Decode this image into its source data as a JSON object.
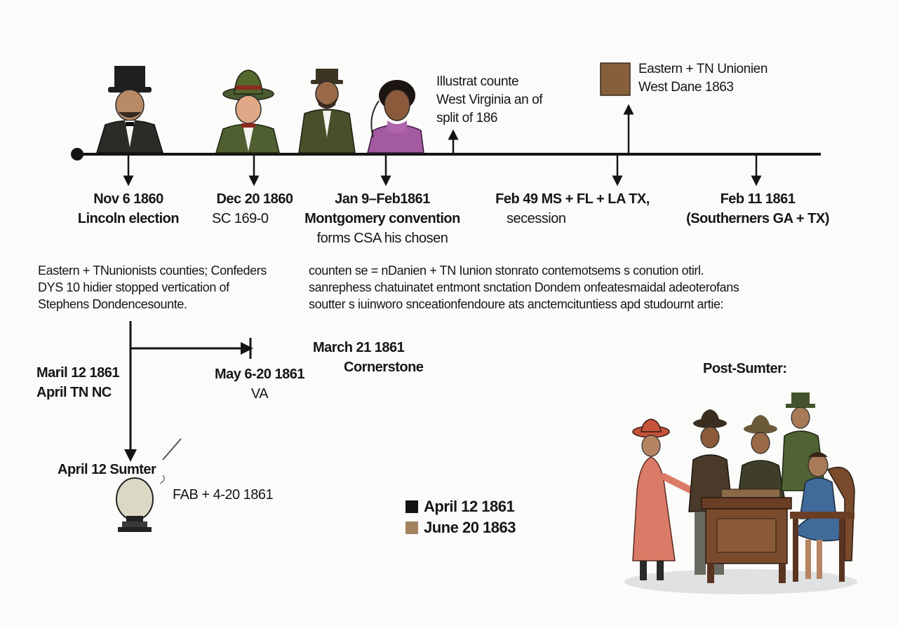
{
  "events": [
    {
      "date": "Nov 6 1860",
      "label": "Lincoln election"
    },
    {
      "date": "Dec 20 1860",
      "label": "SC 169-0"
    },
    {
      "date": "Jan 9–Feb1861",
      "label": "Montgomery convention",
      "label2": "forms CSA his chosen"
    },
    {
      "date": "Feb 49 MS + FL + LA TX,",
      "label": "secession"
    },
    {
      "date": "Feb 11 1861",
      "label": "(Southerners GA + TX)"
    }
  ],
  "top_notes": {
    "west_virginia": [
      "Illustrat counte",
      "West Virginia an of",
      "split of 186"
    ],
    "eastern_tn": [
      "Eastern + TN Unionien",
      "West Dane 1863"
    ]
  },
  "paragraph_left": [
    "Eastern + TNunionists counties; Confeders",
    "DYS 10 hidier stopped vertication of",
    "Stephens Dondencesounte."
  ],
  "paragraph_right": [
    "counten se = nDanien + TN Iunion stonrato contemotsems s conution otirl.",
    "sanrephess chatuinatet entmont snctation Dondem onfeatesmaidal adeoterofans",
    "soutter s iuinworo snceationfendoure ats anctemcituntiess apd studournt artie:"
  ],
  "lower_events": {
    "april": {
      "line1": "Maril 12 1861",
      "line2": "April TN NC"
    },
    "may": {
      "line1": "May 6-20 1861",
      "line2": "VA"
    },
    "march": {
      "line1": "March 21 1861",
      "line2": "Cornerstone"
    },
    "sumter": "April 12 Sumter",
    "fab": "FAB + 4-20 1861"
  },
  "post_sumter": "Post-Sumter:",
  "legend": [
    {
      "label": "April 12 1861",
      "color": "#141414"
    },
    {
      "label": "June 20 1863",
      "color": "#a4835f"
    }
  ],
  "colors": {
    "line": "#141414",
    "box_brown": "#85603a",
    "legend_tan": "#a4835f"
  }
}
